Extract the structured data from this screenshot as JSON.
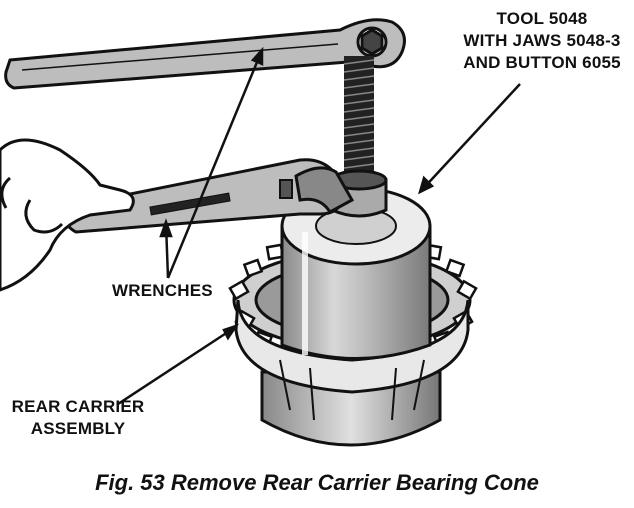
{
  "labels": {
    "tool": [
      "TOOL 5048",
      "WITH JAWS 5048-3",
      "AND BUTTON 6055"
    ],
    "wrenches": "WRENCHES",
    "rear_carrier": [
      "REAR CARRIER",
      "ASSEMBLY"
    ]
  },
  "caption": "Fig. 53 Remove Rear Carrier Bearing Cone",
  "colors": {
    "ink": "#111111",
    "background": "#ffffff",
    "tool_shade": "#9a9a9a"
  }
}
